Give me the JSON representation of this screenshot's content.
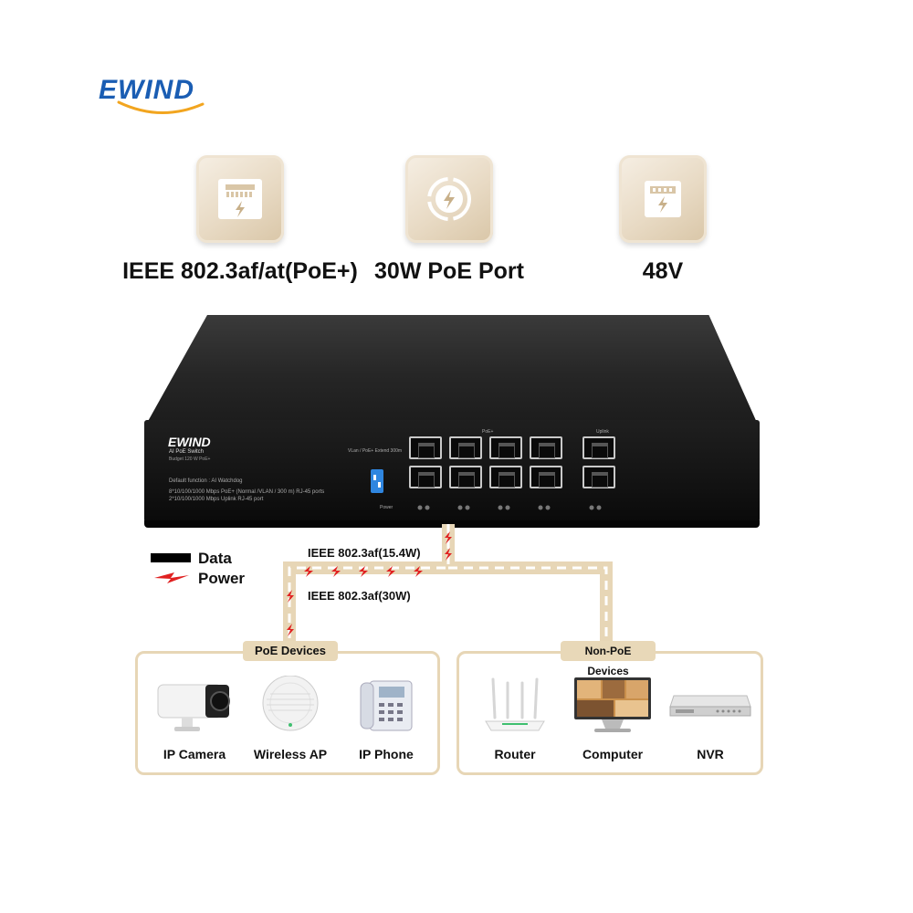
{
  "brand": {
    "logo_text": "EWIND",
    "logo_color": "#1a5db3",
    "accent_color": "#f2a51f"
  },
  "features": [
    {
      "label": "IEEE 802.3af/at(PoE+)",
      "icon": "rj45-power-port-icon"
    },
    {
      "label": "30W PoE Port",
      "icon": "power-bolt-circle-icon"
    },
    {
      "label": "48V",
      "icon": "power-port-icon"
    }
  ],
  "switch": {
    "logo": "EWIND",
    "subtitle": "AI PoE Switch",
    "budget": "Budget 120 W PoE+",
    "function": "Default function : AI Watchdog",
    "spec_line1": "8*10/100/1000 Mbps PoE+ (Normal /VLAN / 300 m) RJ-45 ports",
    "spec_line2": "2*10/100/1000 Mbps Uplink RJ-45 port",
    "poe_group_label": "PoE+",
    "uplink_group_label": "Uplink",
    "dip_label": "VLan / PoE+ Extend 300m",
    "power_label": "Power"
  },
  "legend": {
    "data_label": "Data",
    "power_label": "Power",
    "power_color": "#e02020"
  },
  "standards": {
    "line1": "IEEE 802.3af(15.4W)",
    "line2": "IEEE 802.3af(30W)"
  },
  "groups": {
    "poe_title": "PoE Devices",
    "nonpoe_title": "Non-PoE Devices",
    "border_color": "#e7d6b6"
  },
  "poe_devices": [
    {
      "label": "IP Camera",
      "icon": "ip-camera-icon"
    },
    {
      "label": "Wireless AP",
      "icon": "wireless-ap-icon"
    },
    {
      "label": "IP Phone",
      "icon": "ip-phone-icon"
    }
  ],
  "nonpoe_devices": [
    {
      "label": "Router",
      "icon": "router-icon"
    },
    {
      "label": "Computer",
      "icon": "computer-icon"
    },
    {
      "label": "NVR",
      "icon": "nvr-icon"
    }
  ]
}
